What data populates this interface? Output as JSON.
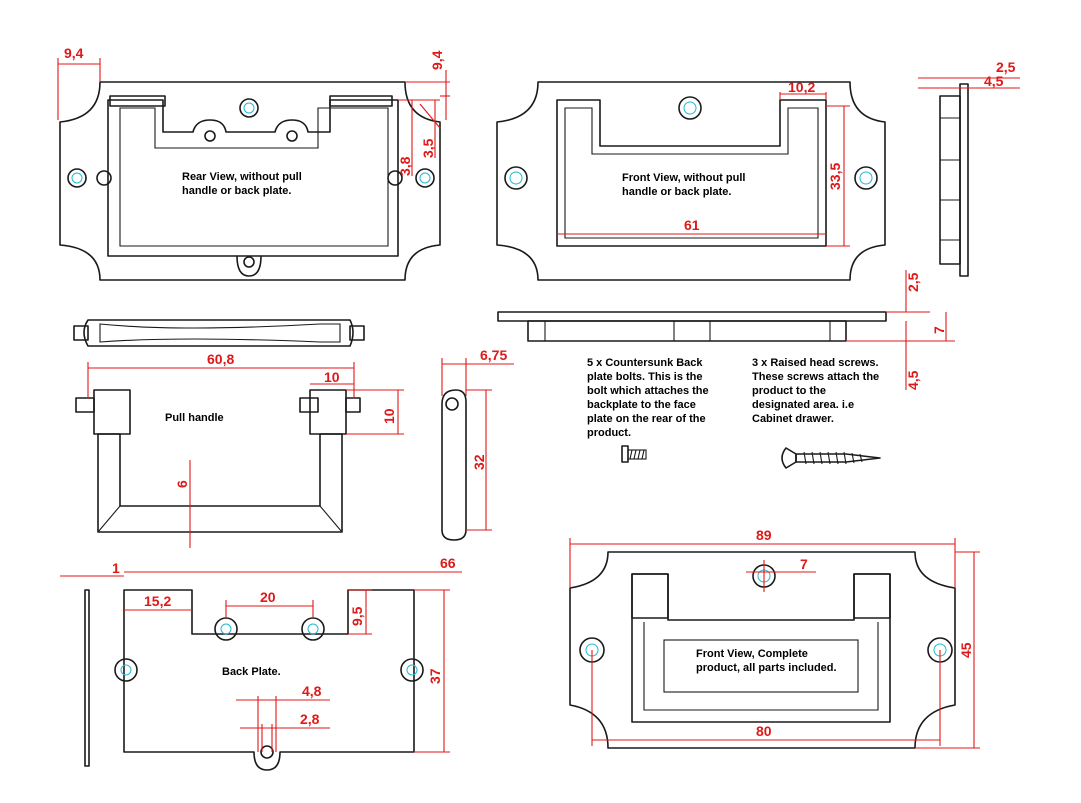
{
  "dimensions": {
    "rear_left": "9,4",
    "rear_top_right": "9,4",
    "rear_3_5": "3,5",
    "rear_3_8": "3,8",
    "front_10_2": "10,2",
    "front_33_5": "33,5",
    "front_61": "61",
    "side_2_5_top": "2,5",
    "side_4_5_top": "4,5",
    "side_2_5": "2,5",
    "side_7": "7",
    "side_4_5": "4,5",
    "handle_60_8": "60,8",
    "handle_10_w": "10",
    "handle_10_h": "10",
    "handle_6": "6",
    "handle_side_6_75": "6,75",
    "handle_side_32": "32",
    "back_1": "1",
    "back_66": "66",
    "back_15_2": "15,2",
    "back_20": "20",
    "back_9_5": "9,5",
    "back_37": "37",
    "back_4_8": "4,8",
    "back_2_8": "2,8",
    "complete_89": "89",
    "complete_7": "7",
    "complete_45": "45",
    "complete_80": "80"
  },
  "labels": {
    "rear_view": [
      "Rear View, without pull",
      "handle or back plate."
    ],
    "front_view": [
      "Front View, without pull",
      "handle or back plate."
    ],
    "pull_handle": "Pull handle",
    "back_plate": "Back Plate.",
    "front_complete": [
      "Front View, Complete",
      "product, all parts included."
    ],
    "countersunk_note": [
      "5 x Countersunk Back",
      "plate bolts. This is the",
      "bolt which attaches the",
      "backplate to the face",
      "plate on the rear of the",
      "product."
    ],
    "raised_head_note": [
      "3 x Raised head screws.",
      "These screws attach the",
      "product to the",
      "designated area. i.e",
      "Cabinet drawer."
    ]
  },
  "colors": {
    "line": "#1a1a1a",
    "dimension": "#e01818",
    "centerline": "#21b8d6",
    "background": "#ffffff"
  }
}
